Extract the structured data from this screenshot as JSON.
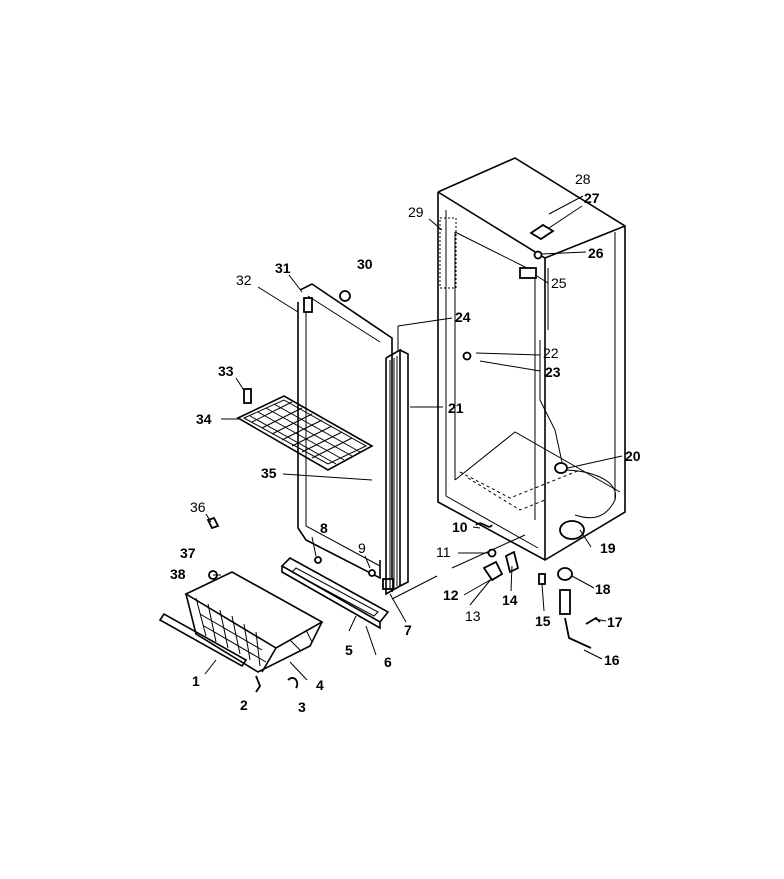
{
  "diagram": {
    "callouts": [
      {
        "id": "c1",
        "text": "1"
      },
      {
        "id": "c2",
        "text": "2"
      },
      {
        "id": "c3",
        "text": "3"
      },
      {
        "id": "c4",
        "text": "4"
      },
      {
        "id": "c5",
        "text": "5"
      },
      {
        "id": "c6",
        "text": "6"
      },
      {
        "id": "c7",
        "text": "7"
      },
      {
        "id": "c8",
        "text": "8"
      },
      {
        "id": "c9",
        "text": "9"
      },
      {
        "id": "c10",
        "text": "10"
      },
      {
        "id": "c11",
        "text": "11"
      },
      {
        "id": "c12",
        "text": "12"
      },
      {
        "id": "c13",
        "text": "13"
      },
      {
        "id": "c14",
        "text": "14"
      },
      {
        "id": "c15",
        "text": "15"
      },
      {
        "id": "c16",
        "text": "16"
      },
      {
        "id": "c17",
        "text": "17"
      },
      {
        "id": "c18",
        "text": "18"
      },
      {
        "id": "c19",
        "text": "19"
      },
      {
        "id": "c20",
        "text": "20"
      },
      {
        "id": "c21",
        "text": "21"
      },
      {
        "id": "c22",
        "text": "22"
      },
      {
        "id": "c23",
        "text": "23"
      },
      {
        "id": "c24",
        "text": "24"
      },
      {
        "id": "c25",
        "text": "25"
      },
      {
        "id": "c26",
        "text": "26"
      },
      {
        "id": "c27",
        "text": "27"
      },
      {
        "id": "c28",
        "text": "28"
      },
      {
        "id": "c29",
        "text": "29"
      },
      {
        "id": "c30",
        "text": "30"
      },
      {
        "id": "c31",
        "text": "31"
      },
      {
        "id": "c32",
        "text": "32"
      },
      {
        "id": "c33",
        "text": "33"
      },
      {
        "id": "c34",
        "text": "34"
      },
      {
        "id": "c35",
        "text": "35"
      },
      {
        "id": "c36",
        "text": "36"
      },
      {
        "id": "c37",
        "text": "37"
      },
      {
        "id": "c38",
        "text": "38"
      }
    ]
  }
}
